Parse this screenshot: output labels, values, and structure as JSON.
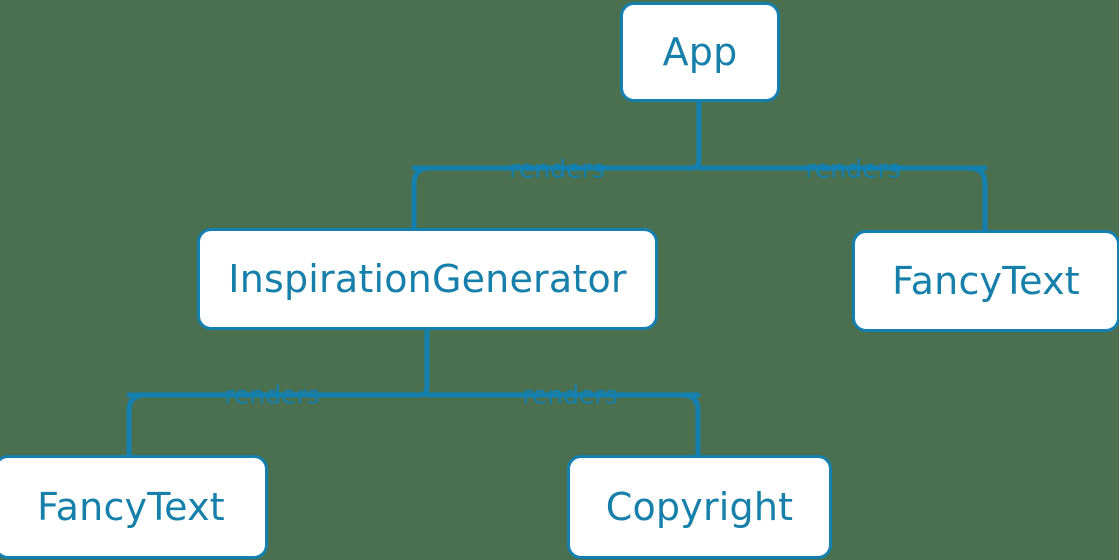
{
  "diagram": {
    "type": "component-tree",
    "background_color": "#4a7050",
    "accent_color": "#1480b0",
    "node_fill_color": "#ffffff",
    "text_color": "#1680ab",
    "nodes": [
      {
        "id": "app",
        "label": "App"
      },
      {
        "id": "inspirationgenerator",
        "label": "InspirationGenerator"
      },
      {
        "id": "fancytext_right",
        "label": "FancyText"
      },
      {
        "id": "fancytext_bottom",
        "label": "FancyText"
      },
      {
        "id": "copyright",
        "label": "Copyright"
      }
    ],
    "edges": [
      {
        "from": "app",
        "to": "inspirationgenerator",
        "label": "renders"
      },
      {
        "from": "app",
        "to": "fancytext_right",
        "label": "renders"
      },
      {
        "from": "inspirationgenerator",
        "to": "fancytext_bottom",
        "label": "renders"
      },
      {
        "from": "inspirationgenerator",
        "to": "copyright",
        "label": "renders"
      }
    ]
  }
}
